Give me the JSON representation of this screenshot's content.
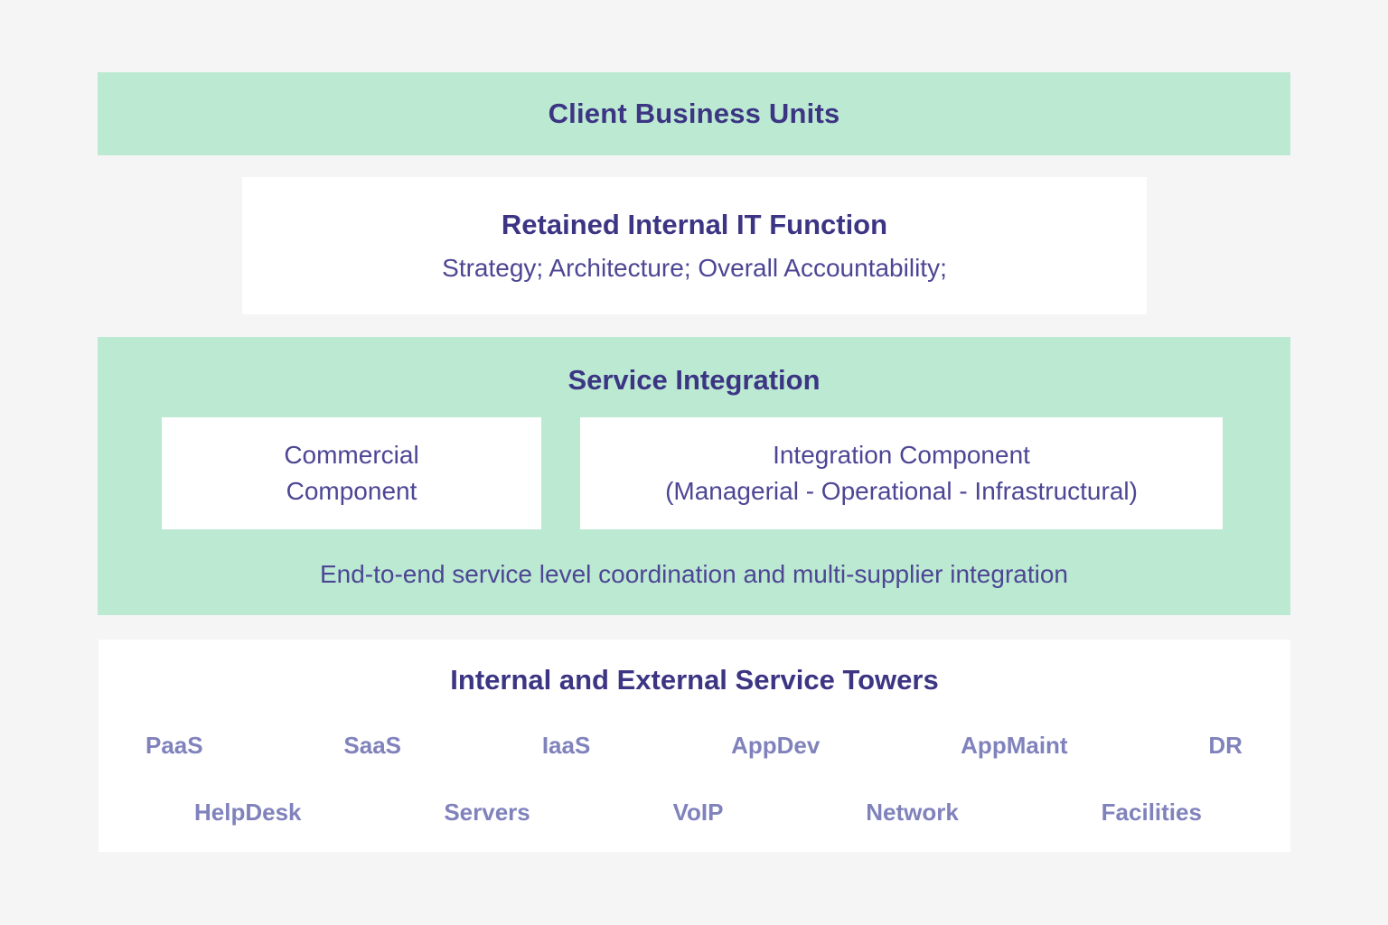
{
  "colors": {
    "page_bg": "#f5f5f6",
    "band_green": "#bce9d2",
    "box_white": "#ffffff",
    "heading_purple": "#3b3583",
    "body_purple": "#4c4694",
    "tower_purple": "#8082bc"
  },
  "banner": {
    "title": "Client Business Units"
  },
  "retained": {
    "title": "Retained Internal IT Function",
    "subtitle": "Strategy; Architecture; Overall Accountability;"
  },
  "service_integration": {
    "title": "Service Integration",
    "commercial_line1": "Commercial",
    "commercial_line2": "Component",
    "integration_line1": "Integration Component",
    "integration_line2": "(Managerial - Operational - Infrastructural)",
    "footer": "End-to-end service level coordination and multi-supplier integration"
  },
  "towers": {
    "title": "Internal and External Service Towers",
    "row1": [
      "PaaS",
      "SaaS",
      "IaaS",
      "AppDev",
      "AppMaint",
      "DR"
    ],
    "row2": [
      "HelpDesk",
      "Servers",
      "VoIP",
      "Network",
      "Facilities"
    ]
  }
}
